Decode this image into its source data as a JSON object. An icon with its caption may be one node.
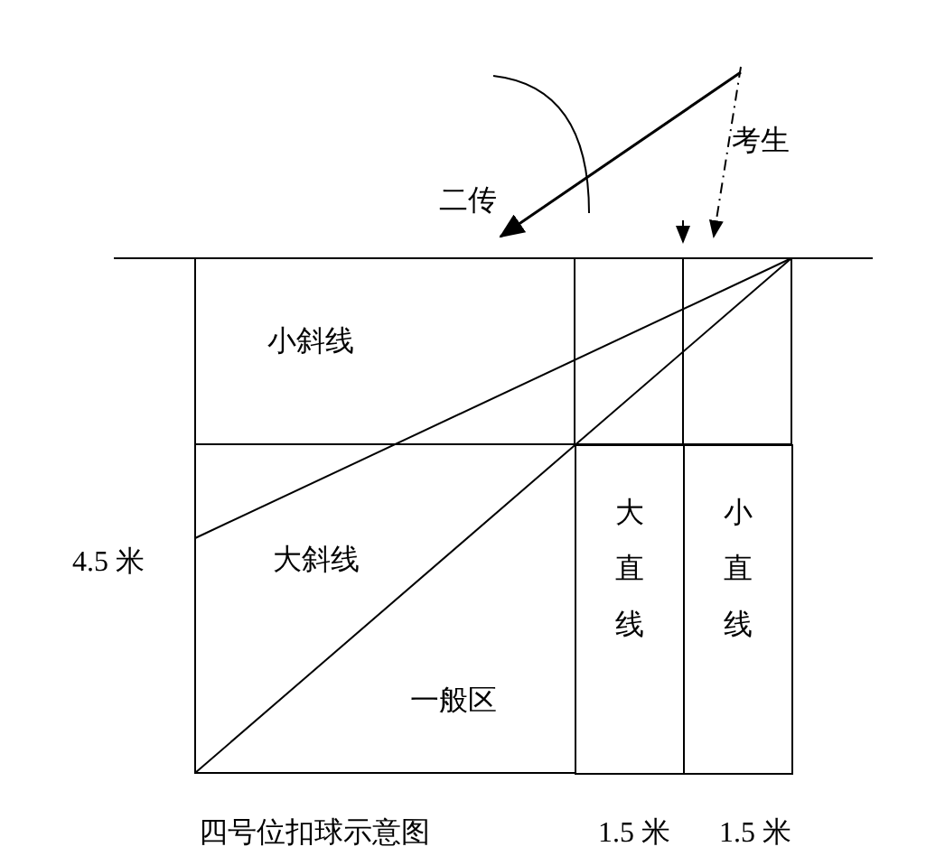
{
  "diagram": {
    "caption": "四号位扣球示意图",
    "nodes": [
      {
        "text": [
          "大直线"
        ]
      },
      {
        "text": [
          "小直线"
        ]
      }
    ],
    "labels": [
      "考生",
      "二传",
      "小斜线",
      "4.5 米",
      "大斜线",
      "一般区",
      "1.5 米",
      "1.5 米"
    ]
  }
}
